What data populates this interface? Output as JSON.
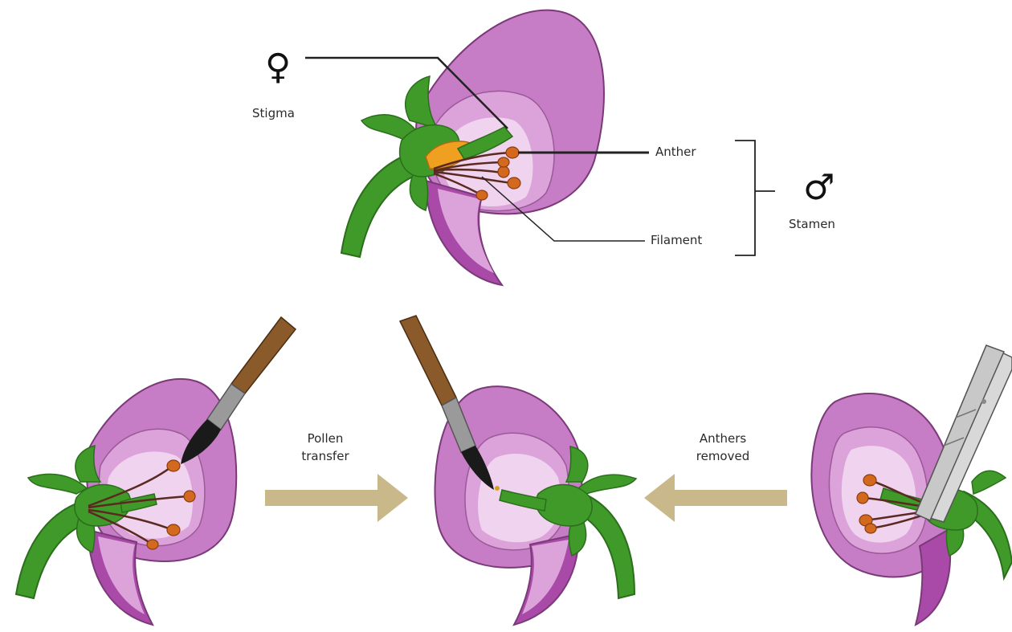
{
  "labels": {
    "stigma": "Stigma",
    "anther": "Anther",
    "filament": "Filament",
    "stamen": "Stamen",
    "pollen_transfer_1": "Pollen",
    "pollen_transfer_2": "transfer",
    "anthers_removed_1": "Anthers",
    "anthers_removed_2": "removed"
  },
  "symbols": {
    "female": "♀",
    "male": "♂"
  },
  "colors": {
    "petal_outer": "#c77cc6",
    "petal_mid": "#dca3da",
    "petal_inner": "#f0d3ee",
    "petal_dark": "#a94aa8",
    "stem": "#3f9a2a",
    "stem_dark": "#2b6e1c",
    "anther": "#d2691e",
    "filament": "#5a2a20",
    "arrow": "#c9b98a",
    "brush_handle": "#8b5a2b",
    "ferrule": "#9a9a9a",
    "bristles": "#1a1a1a",
    "tweezers": "#c8c8c8"
  }
}
